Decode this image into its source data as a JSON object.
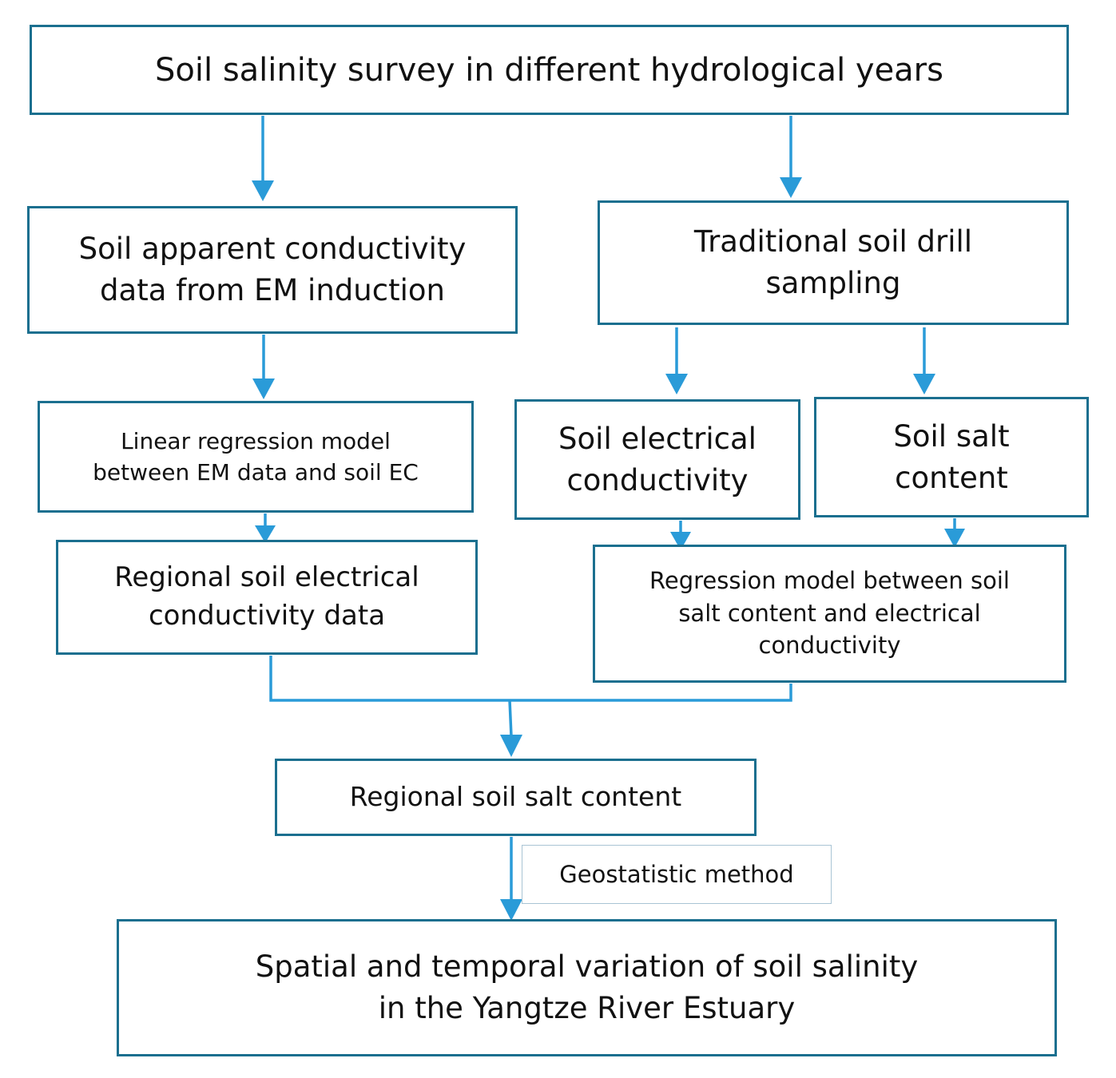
{
  "colors": {
    "box_border": "#1b6f8f",
    "arrow": "#2a9bd8",
    "label_border": "#a9c4d4"
  },
  "nodes": {
    "survey": "Soil salinity survey in different hydrological years",
    "em_line1": "Soil apparent conductivity",
    "em_line2": "data from EM induction",
    "drill_line1": "Traditional soil drill",
    "drill_line2": "sampling",
    "linear_line1": "Linear regression model",
    "linear_line2": "between EM data and soil EC",
    "sec_line1": "Soil electrical",
    "sec_line2": "conductivity",
    "ssc_line1": "Soil salt",
    "ssc_line2": "content",
    "regional_ec_line1": "Regional soil electrical",
    "regional_ec_line2": "conductivity data",
    "regression_line1": "Regression model between soil",
    "regression_line2": "salt content and electrical",
    "regression_line3": "conductivity",
    "regional_salt": "Regional soil salt content",
    "final_line1": "Spatial and temporal variation of soil salinity",
    "final_line2": "in the Yangtze River Estuary"
  },
  "edge_labels": {
    "geostatistic": "Geostatistic method"
  }
}
